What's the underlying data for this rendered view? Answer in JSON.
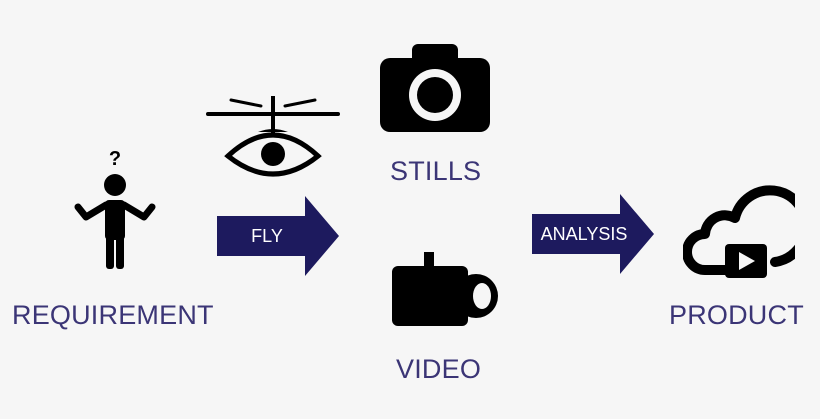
{
  "steps": {
    "requirement": {
      "label": "REQUIREMENT",
      "question_mark": "?"
    },
    "fly_arrow": {
      "label": "FLY"
    },
    "stills": {
      "label": "STILLS"
    },
    "video": {
      "label": "VIDEO"
    },
    "analysis_arrow": {
      "label": "ANALYSIS"
    },
    "product": {
      "label": "PRODUCT"
    }
  },
  "icons": {
    "requirement": "person-shrug-icon",
    "drone": "drone-eye-icon",
    "stills": "camera-icon",
    "video": "video-camera-icon",
    "product": "cloud-play-icon"
  },
  "colors": {
    "background": "#f6f6f6",
    "arrow": "#1d1a5e",
    "label_text": "#3b3576",
    "icon": "#000000"
  }
}
